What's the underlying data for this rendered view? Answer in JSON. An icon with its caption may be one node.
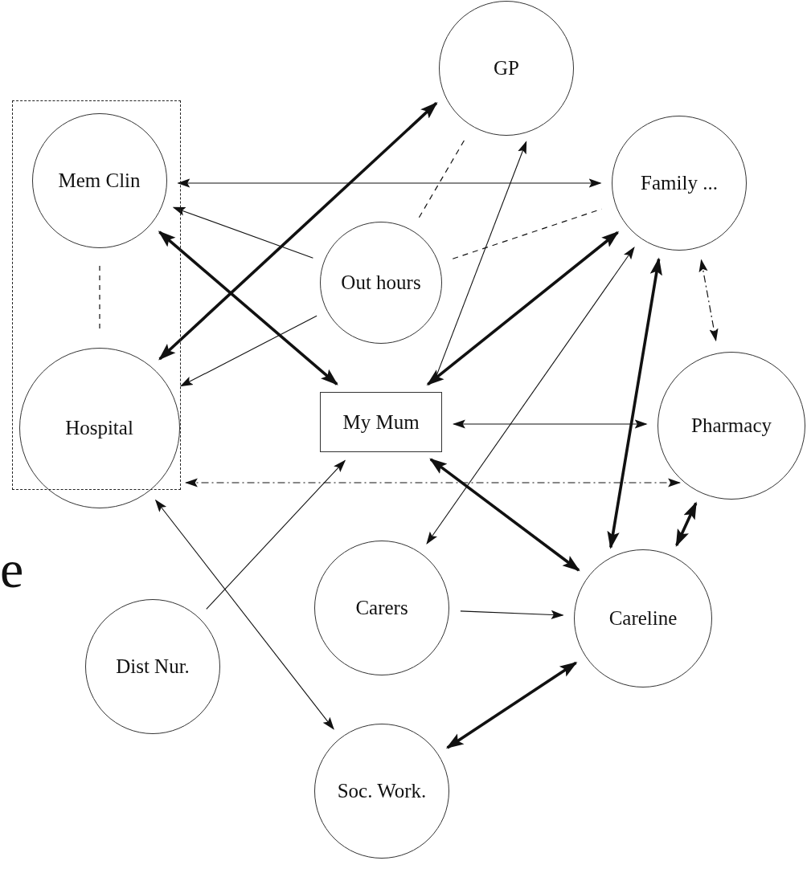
{
  "diagram": {
    "nodes": [
      {
        "text": [],
        "shape": "box"
      },
      {
        "text": [
          "Mem Clin"
        ],
        "in": 0
      },
      {
        "text": [
          "Hospital"
        ],
        "in": 0
      },
      {
        "text": [
          "GP"
        ]
      },
      {
        "text": [
          "Out hours"
        ]
      },
      {
        "text": [
          "Family ..."
        ]
      },
      {
        "text": [
          "My Mum"
        ]
      },
      {
        "text": [
          "Pharmacy"
        ]
      },
      {
        "text": [
          "Carers"
        ]
      },
      {
        "text": [
          "Dist Nur."
        ]
      },
      {
        "text": [
          "Careline"
        ]
      },
      {
        "text": [
          "Soc. Work."
        ]
      }
    ],
    "edges": [
      {
        "from": 1,
        "to": 5,
        "arrow": "both"
      },
      {
        "from": 4,
        "to": 1,
        "arrow": "to"
      },
      {
        "from": 4,
        "to": 2,
        "arrow": "to"
      },
      {
        "from": 2,
        "to": 3,
        "arrow": "both",
        "style": "thick"
      },
      {
        "from": 1,
        "to": 6,
        "arrow": "both",
        "style": "thick"
      },
      {
        "from": 1,
        "to": 2,
        "arrow": "none",
        "style": "dashed"
      },
      {
        "from": 4,
        "to": 3,
        "arrow": "none",
        "style": "dashed"
      },
      {
        "from": 4,
        "to": 5,
        "arrow": "none",
        "style": "dashed"
      },
      {
        "from": 6,
        "to": 3,
        "arrow": "to"
      },
      {
        "from": 6,
        "to": 5,
        "arrow": "both",
        "style": "thick"
      },
      {
        "from": 6,
        "to": 7,
        "arrow": "both"
      },
      {
        "from": 0,
        "to": 7,
        "arrow": "both",
        "style": "dashed"
      },
      {
        "from": 5,
        "to": 7,
        "arrow": "both",
        "style": "dashed"
      },
      {
        "from": 8,
        "to": 5,
        "arrow": "both"
      },
      {
        "from": 9,
        "to": 6,
        "arrow": "to"
      },
      {
        "from": 2,
        "to": 11,
        "arrow": "both"
      },
      {
        "from": 6,
        "to": 10,
        "arrow": "both",
        "style": "thick"
      },
      {
        "from": 5,
        "to": 10,
        "arrow": "both",
        "style": "thick"
      },
      {
        "from": 7,
        "to": 10,
        "arrow": "both",
        "style": "thick"
      },
      {
        "from": 8,
        "to": 10,
        "arrow": "to"
      },
      {
        "from": 10,
        "to": 11,
        "arrow": "both",
        "style": "thick"
      }
    ],
    "labels": [
      "e"
    ]
  }
}
